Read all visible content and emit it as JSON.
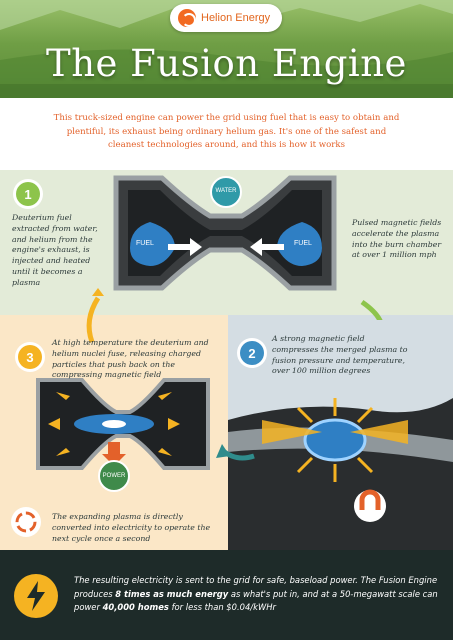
{
  "header": {
    "brand": "Helion Energy",
    "title": "The Fusion Engine"
  },
  "intro": "This truck-sized engine can power the grid using fuel that is easy to obtain and plentiful, its exhaust being ordinary helium gas. It's one of the safest and cleanest technologies around, and this is how it works",
  "steps": {
    "one": {
      "number": "1",
      "text": "Deuterium fuel extracted from water, and helium from the engine's exhaust, is injected and heated until it becomes a plasma"
    },
    "pulsed": "Pulsed magnetic fields accelerate the plasma into the burn chamber at over 1 million mph",
    "two": {
      "number": "2",
      "text": "A strong magnetic field compresses the merged plasma to fusion pressure and temperature, over 100 million degrees"
    },
    "three": {
      "number": "3",
      "text": "At high temperature the deuterium and helium nuclei fuse, releasing charged particles that push back on the compressing magnetic field"
    },
    "expand": "The expanding plasma is directly converted into electricity to operate the next cycle once a second"
  },
  "labels": {
    "water": "WATER",
    "fuel_left": "FUEL",
    "fuel_right": "FUEL",
    "power": "POWER"
  },
  "bottom": {
    "line1": "The resulting electricity is sent to the grid for safe, baseload power. The Fusion Engine produces ",
    "bold1": "8 times as much energy",
    "line2": " as what's put in, and at a 50-megawatt scale can power ",
    "bold2": "40,000 homes",
    "line3": " for less than $0.04/kWHr"
  },
  "colors": {
    "orange": "#e3612a",
    "green_step": "#8dc44b",
    "blue_step": "#3c8ec4",
    "yellow_step": "#f5b322",
    "dark": "#1e2b29"
  },
  "icons": [
    "helion-logo-icon",
    "water-drop-icon",
    "arrow-icon",
    "recycle-icon",
    "magnet-icon",
    "lightning-bolt-icon"
  ]
}
